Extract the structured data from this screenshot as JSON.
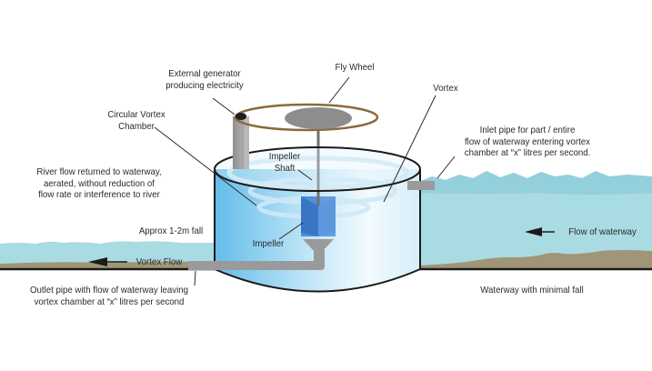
{
  "diagram": {
    "title": "Vortex hydro power system",
    "colors": {
      "water": "#a9dbe3",
      "water_dark": "#7fc3d1",
      "riverbed": "#a09677",
      "ground_line": "#1a1a1a",
      "pipe": "#9a9a9c",
      "flywheel_rim": "#8a6a3a",
      "flywheel_disc": "#8d8d8d",
      "impeller": "#3f7fcf",
      "chamber_light": "#e9f6fc",
      "chamber_dark": "#5bb7e8",
      "text": "#2a2a2a"
    },
    "labels": {
      "external_generator": "External generator\nproducing electricity",
      "fly_wheel": "Fly Wheel",
      "circular_vortex_chamber": "Circular Vortex\nChamber",
      "vortex": "Vortex",
      "inlet_pipe": "Inlet pipe for part / entire\nflow of waterway entering vortex\nchamber at “x” litres per second.",
      "river_flow_returned": "River flow returned to waterway,\naerated, without reduction of\nflow rate or interference to river",
      "impeller_shaft": "Impeller\nShaft",
      "impeller": "Impeller",
      "approx_fall": "Approx 1-2m fall",
      "flow_of_waterway": "Flow of waterway",
      "vortex_flow": "Vortex Flow",
      "outlet_pipe": "Outlet pipe with flow of waterway leaving\nvortex chamber at “x” litres per second",
      "waterway_minimal_fall": "Waterway with minimal fall"
    },
    "icons": {
      "flow_arrow_right_side": "arrow-left",
      "vortex_flow_arrow": "arrow-left"
    }
  }
}
